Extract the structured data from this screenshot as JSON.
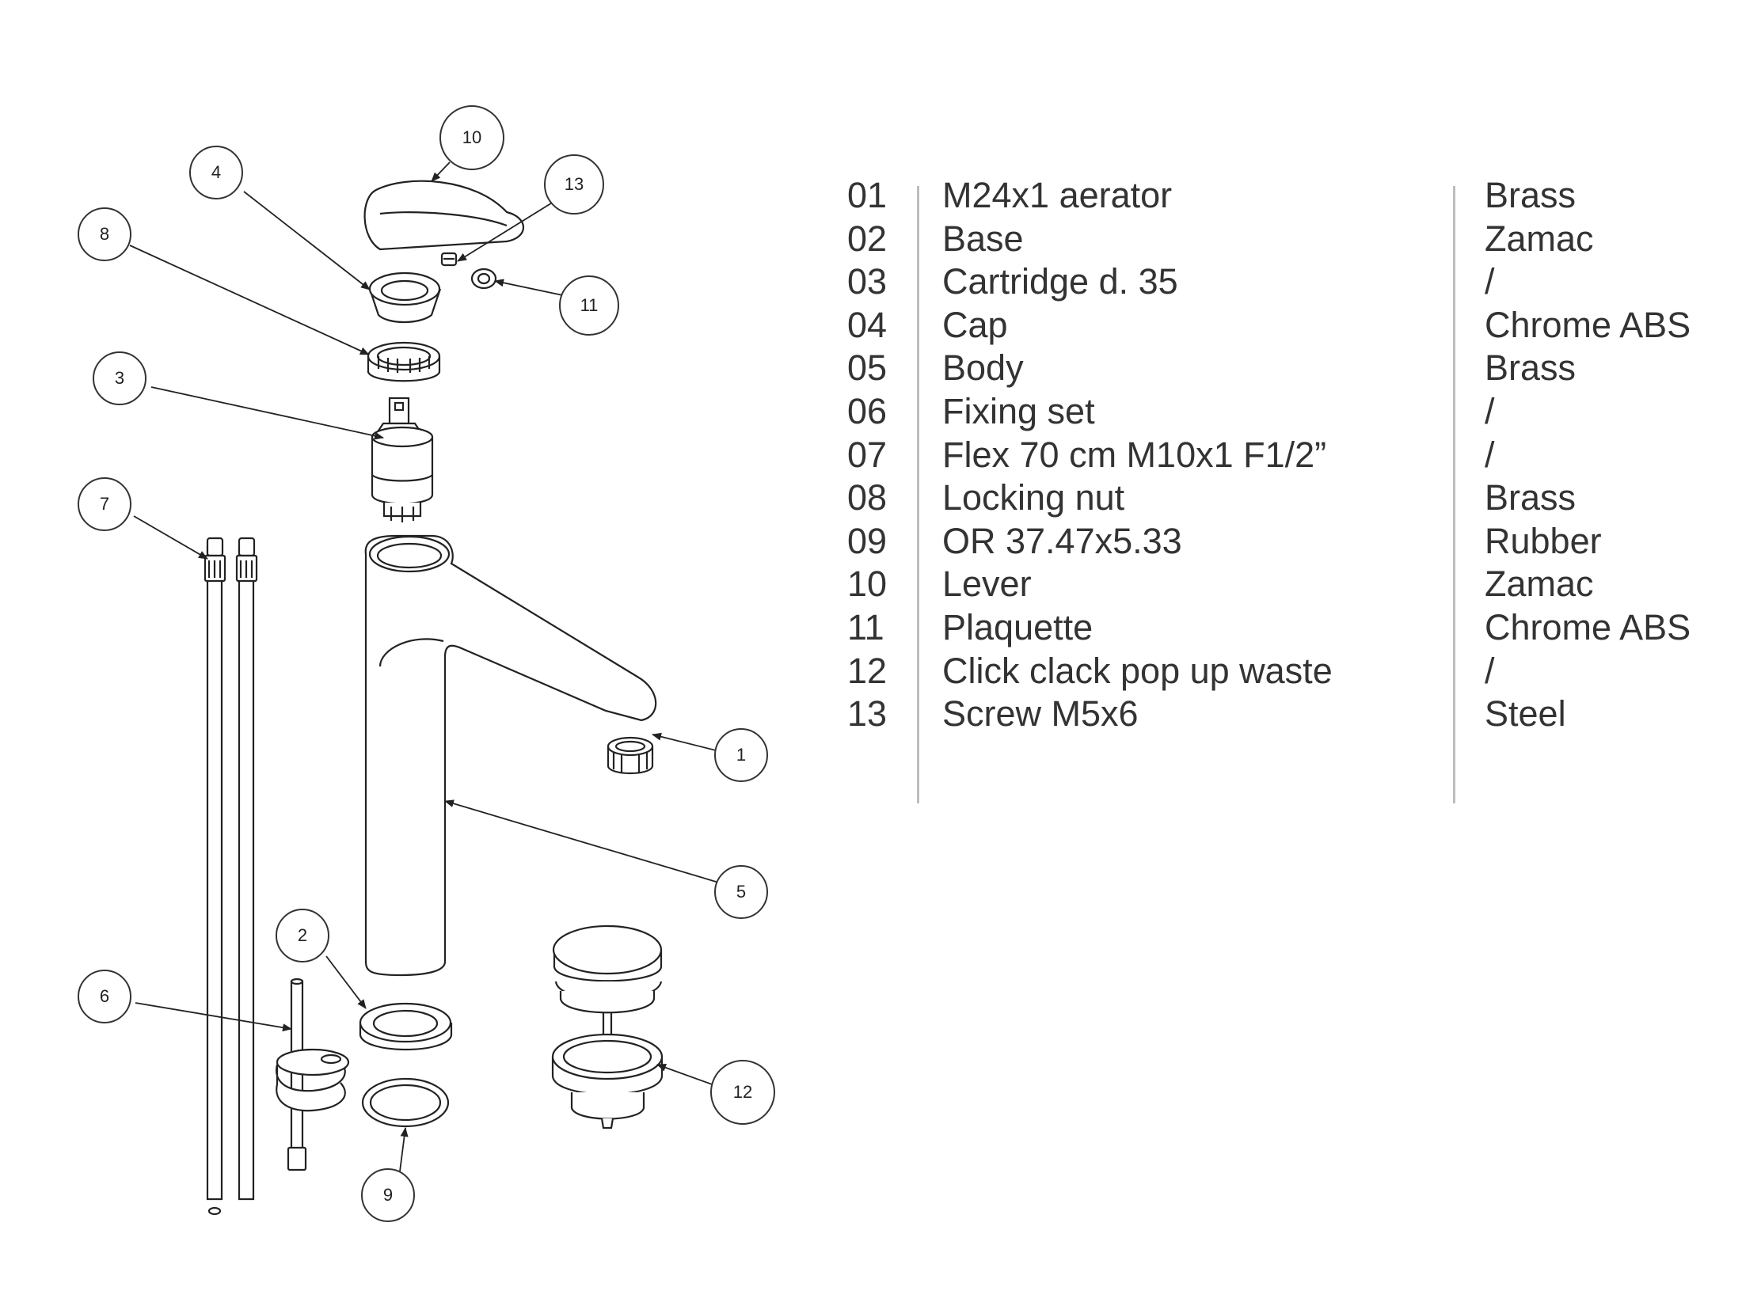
{
  "callouts": [
    "1",
    "2",
    "3",
    "4",
    "5",
    "6",
    "7",
    "8",
    "9",
    "10",
    "11",
    "12",
    "13"
  ],
  "parts": [
    {
      "num": "01",
      "description": "M24x1 aerator",
      "material": "Brass"
    },
    {
      "num": "02",
      "description": "Base",
      "material": "Zamac"
    },
    {
      "num": "03",
      "description": "Cartridge d. 35",
      "material": "/"
    },
    {
      "num": "04",
      "description": "Cap",
      "material": "Chrome ABS"
    },
    {
      "num": "05",
      "description": "Body",
      "material": "Brass"
    },
    {
      "num": "06",
      "description": "Fixing set",
      "material": "/"
    },
    {
      "num": "07",
      "description": "Flex 70 cm M10x1 F1/2”",
      "material": "/"
    },
    {
      "num": "08",
      "description": "Locking nut",
      "material": "Brass"
    },
    {
      "num": "09",
      "description": "OR 37.47x5.33",
      "material": "Rubber"
    },
    {
      "num": "10",
      "description": "Lever",
      "material": "Zamac"
    },
    {
      "num": "11",
      "description": "Plaquette",
      "material": "Chrome ABS"
    },
    {
      "num": "12",
      "description": "Click clack pop up waste",
      "material": "/"
    },
    {
      "num": "13",
      "description": "Screw M5x6",
      "material": "Steel"
    }
  ]
}
